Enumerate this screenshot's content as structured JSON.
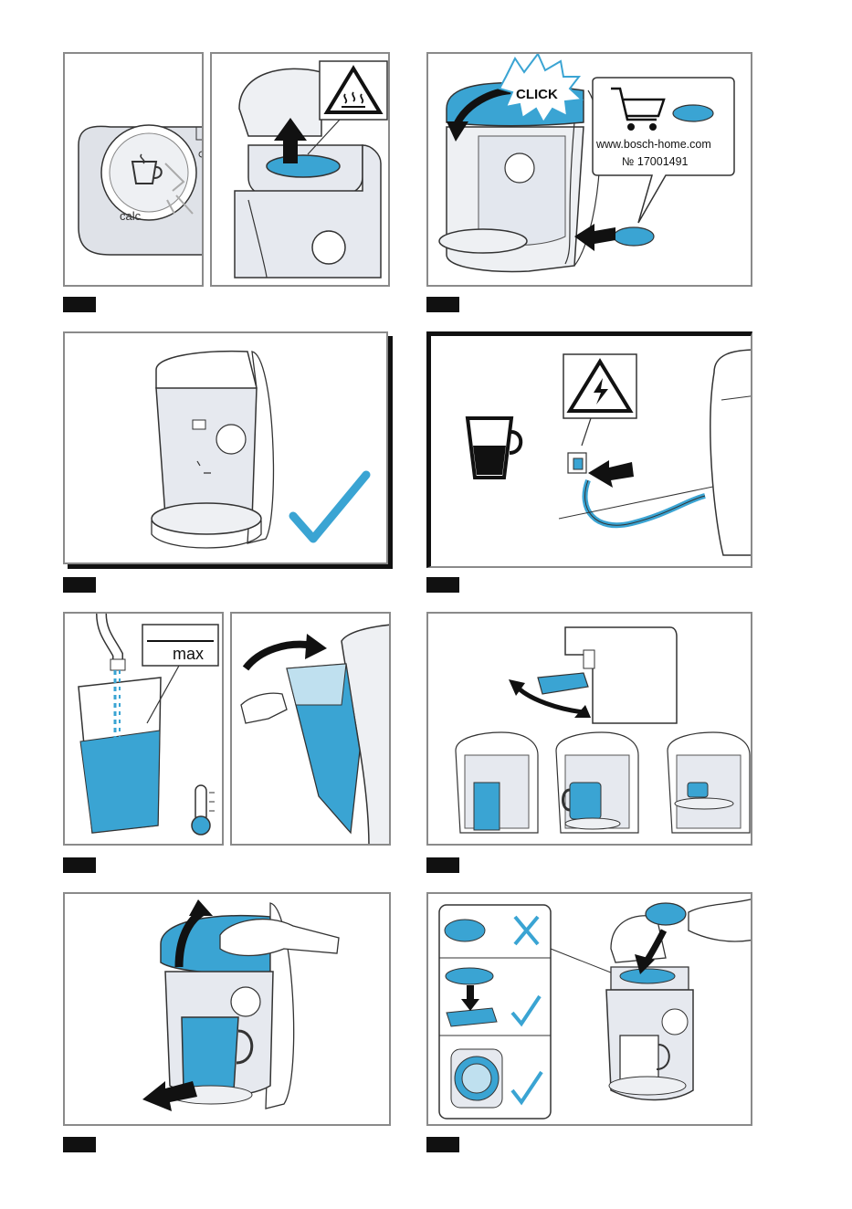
{
  "panel1": {
    "calc_label": "calc"
  },
  "panel2": {
    "click_label": "CLICK",
    "shop_url": "www.bosch-home.com",
    "part_number": "№ 17001491"
  },
  "panel5": {
    "max_label": "max"
  },
  "colors": {
    "accent_blue": "#3aa4d3",
    "light_blue": "#bfe0ef",
    "outline": "#333333",
    "body_grey": "#e6e9ef",
    "frame_grey": "#8a8a8a"
  },
  "icons": [
    "hot-surface-warning-icon",
    "electric-hazard-warning-icon",
    "shopping-cart-icon",
    "thermometer-icon",
    "checkmark-icon",
    "cross-icon",
    "cup-icon"
  ]
}
